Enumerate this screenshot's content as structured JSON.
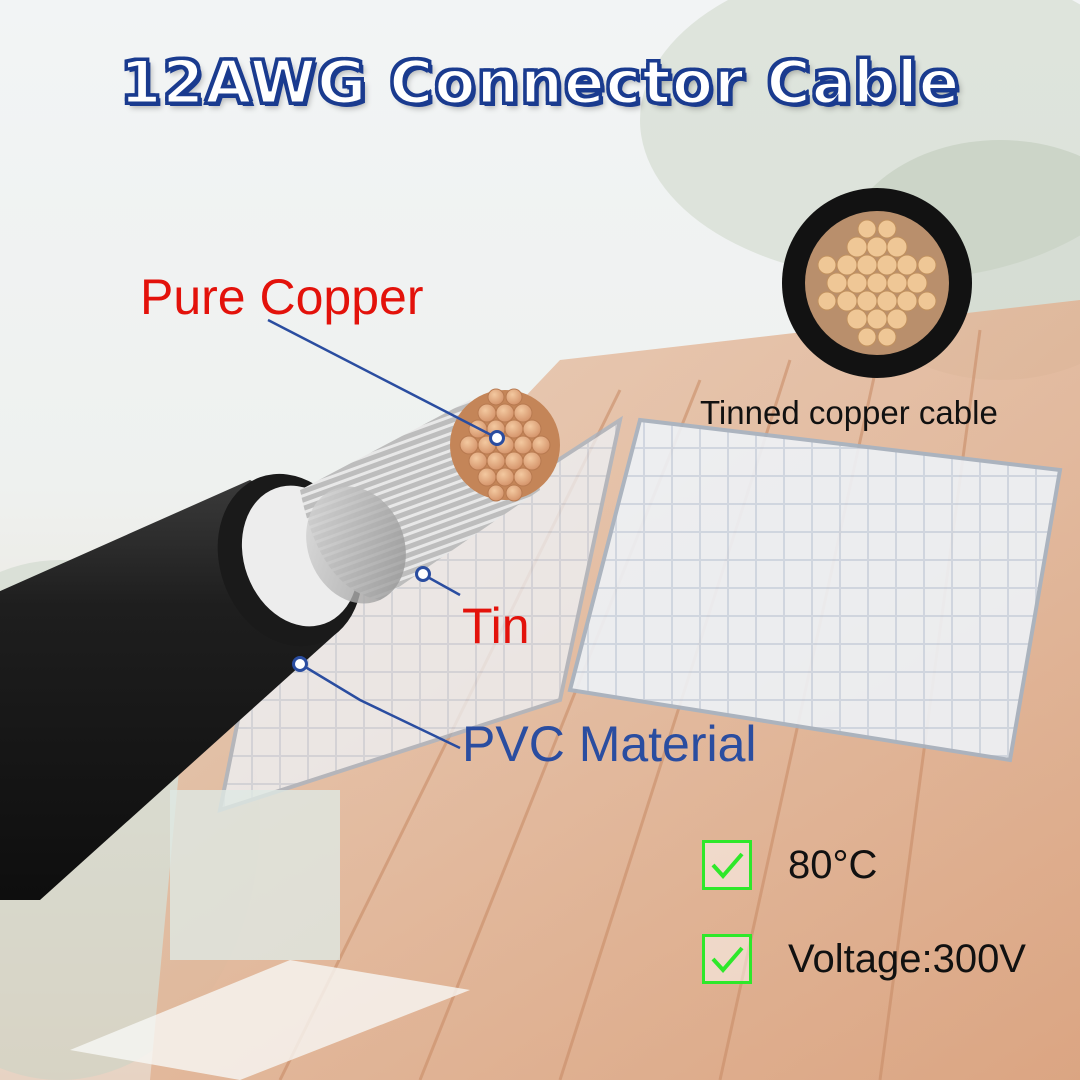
{
  "title": "12AWG Connector Cable",
  "labels": {
    "pure_copper": "Pure Copper",
    "tin": "Tin",
    "pvc": "PVC Material",
    "tinned_cable": "Tinned copper cable"
  },
  "specs": [
    {
      "text": "80°C",
      "icon": "check-icon"
    },
    {
      "text": "Voltage:300V",
      "icon": "check-icon"
    }
  ],
  "colors": {
    "title_outline": "#1a3b8f",
    "label_red": "#e3120b",
    "label_blue": "#2a4da0",
    "check_green": "#2ee82a",
    "copper": "#e3a876",
    "cable_black": "#1c1c1c"
  }
}
